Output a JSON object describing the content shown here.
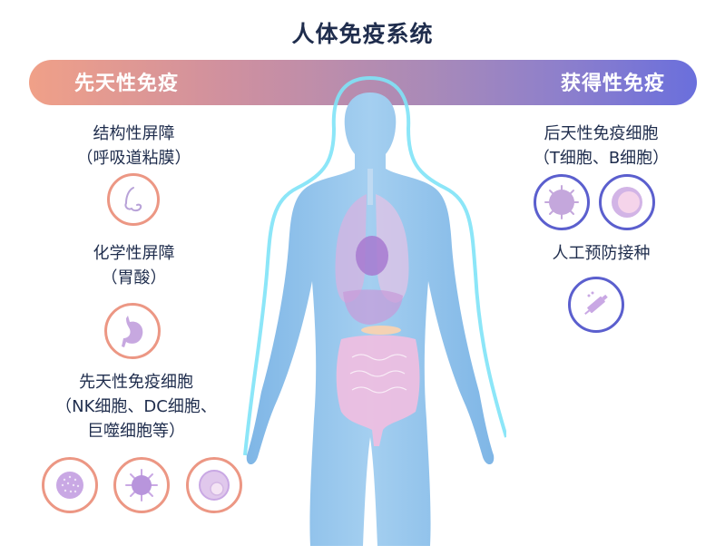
{
  "title": "人体免疫系统",
  "banner": {
    "left_label": "先天性免疫",
    "right_label": "获得性免疫",
    "gradient_start": "#f0a088",
    "gradient_end": "#6a6fdc"
  },
  "innate": {
    "ring_color": "#ec9784",
    "sections": [
      {
        "line1": "结构性屏障",
        "line2": "（呼吸道粘膜）",
        "icons": [
          "nose-icon"
        ]
      },
      {
        "line1": "化学性屏障",
        "line2": "（胃酸）",
        "icons": [
          "stomach-icon"
        ]
      },
      {
        "line1": "先天性免疫细胞",
        "line2": "（NK细胞、DC细胞、",
        "line3": "巨噬细胞等）",
        "icons": [
          "nk-cell-icon",
          "dendritic-cell-icon",
          "macrophage-icon"
        ]
      }
    ]
  },
  "adaptive": {
    "ring_color": "#5b5fce",
    "sections": [
      {
        "line1": "后天性免疫细胞",
        "line2": "（T细胞、B细胞）",
        "icons": [
          "t-cell-icon",
          "b-cell-icon"
        ]
      },
      {
        "line1": "人工预防接种",
        "icons": [
          "syringe-icon"
        ]
      }
    ]
  },
  "figure": {
    "body_color": "#8ec0ea",
    "aura_color": "#7fe3f7",
    "organ_color": "#e9b3dd"
  }
}
